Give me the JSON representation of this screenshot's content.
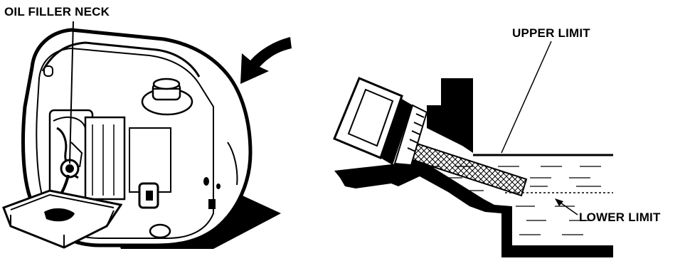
{
  "labels": {
    "oil_filler_neck": "OIL FILLER NECK",
    "upper_limit": "UPPER LIMIT",
    "lower_limit": "LOWER LIMIT"
  },
  "colors": {
    "ink": "#000000",
    "paper": "#ffffff"
  }
}
